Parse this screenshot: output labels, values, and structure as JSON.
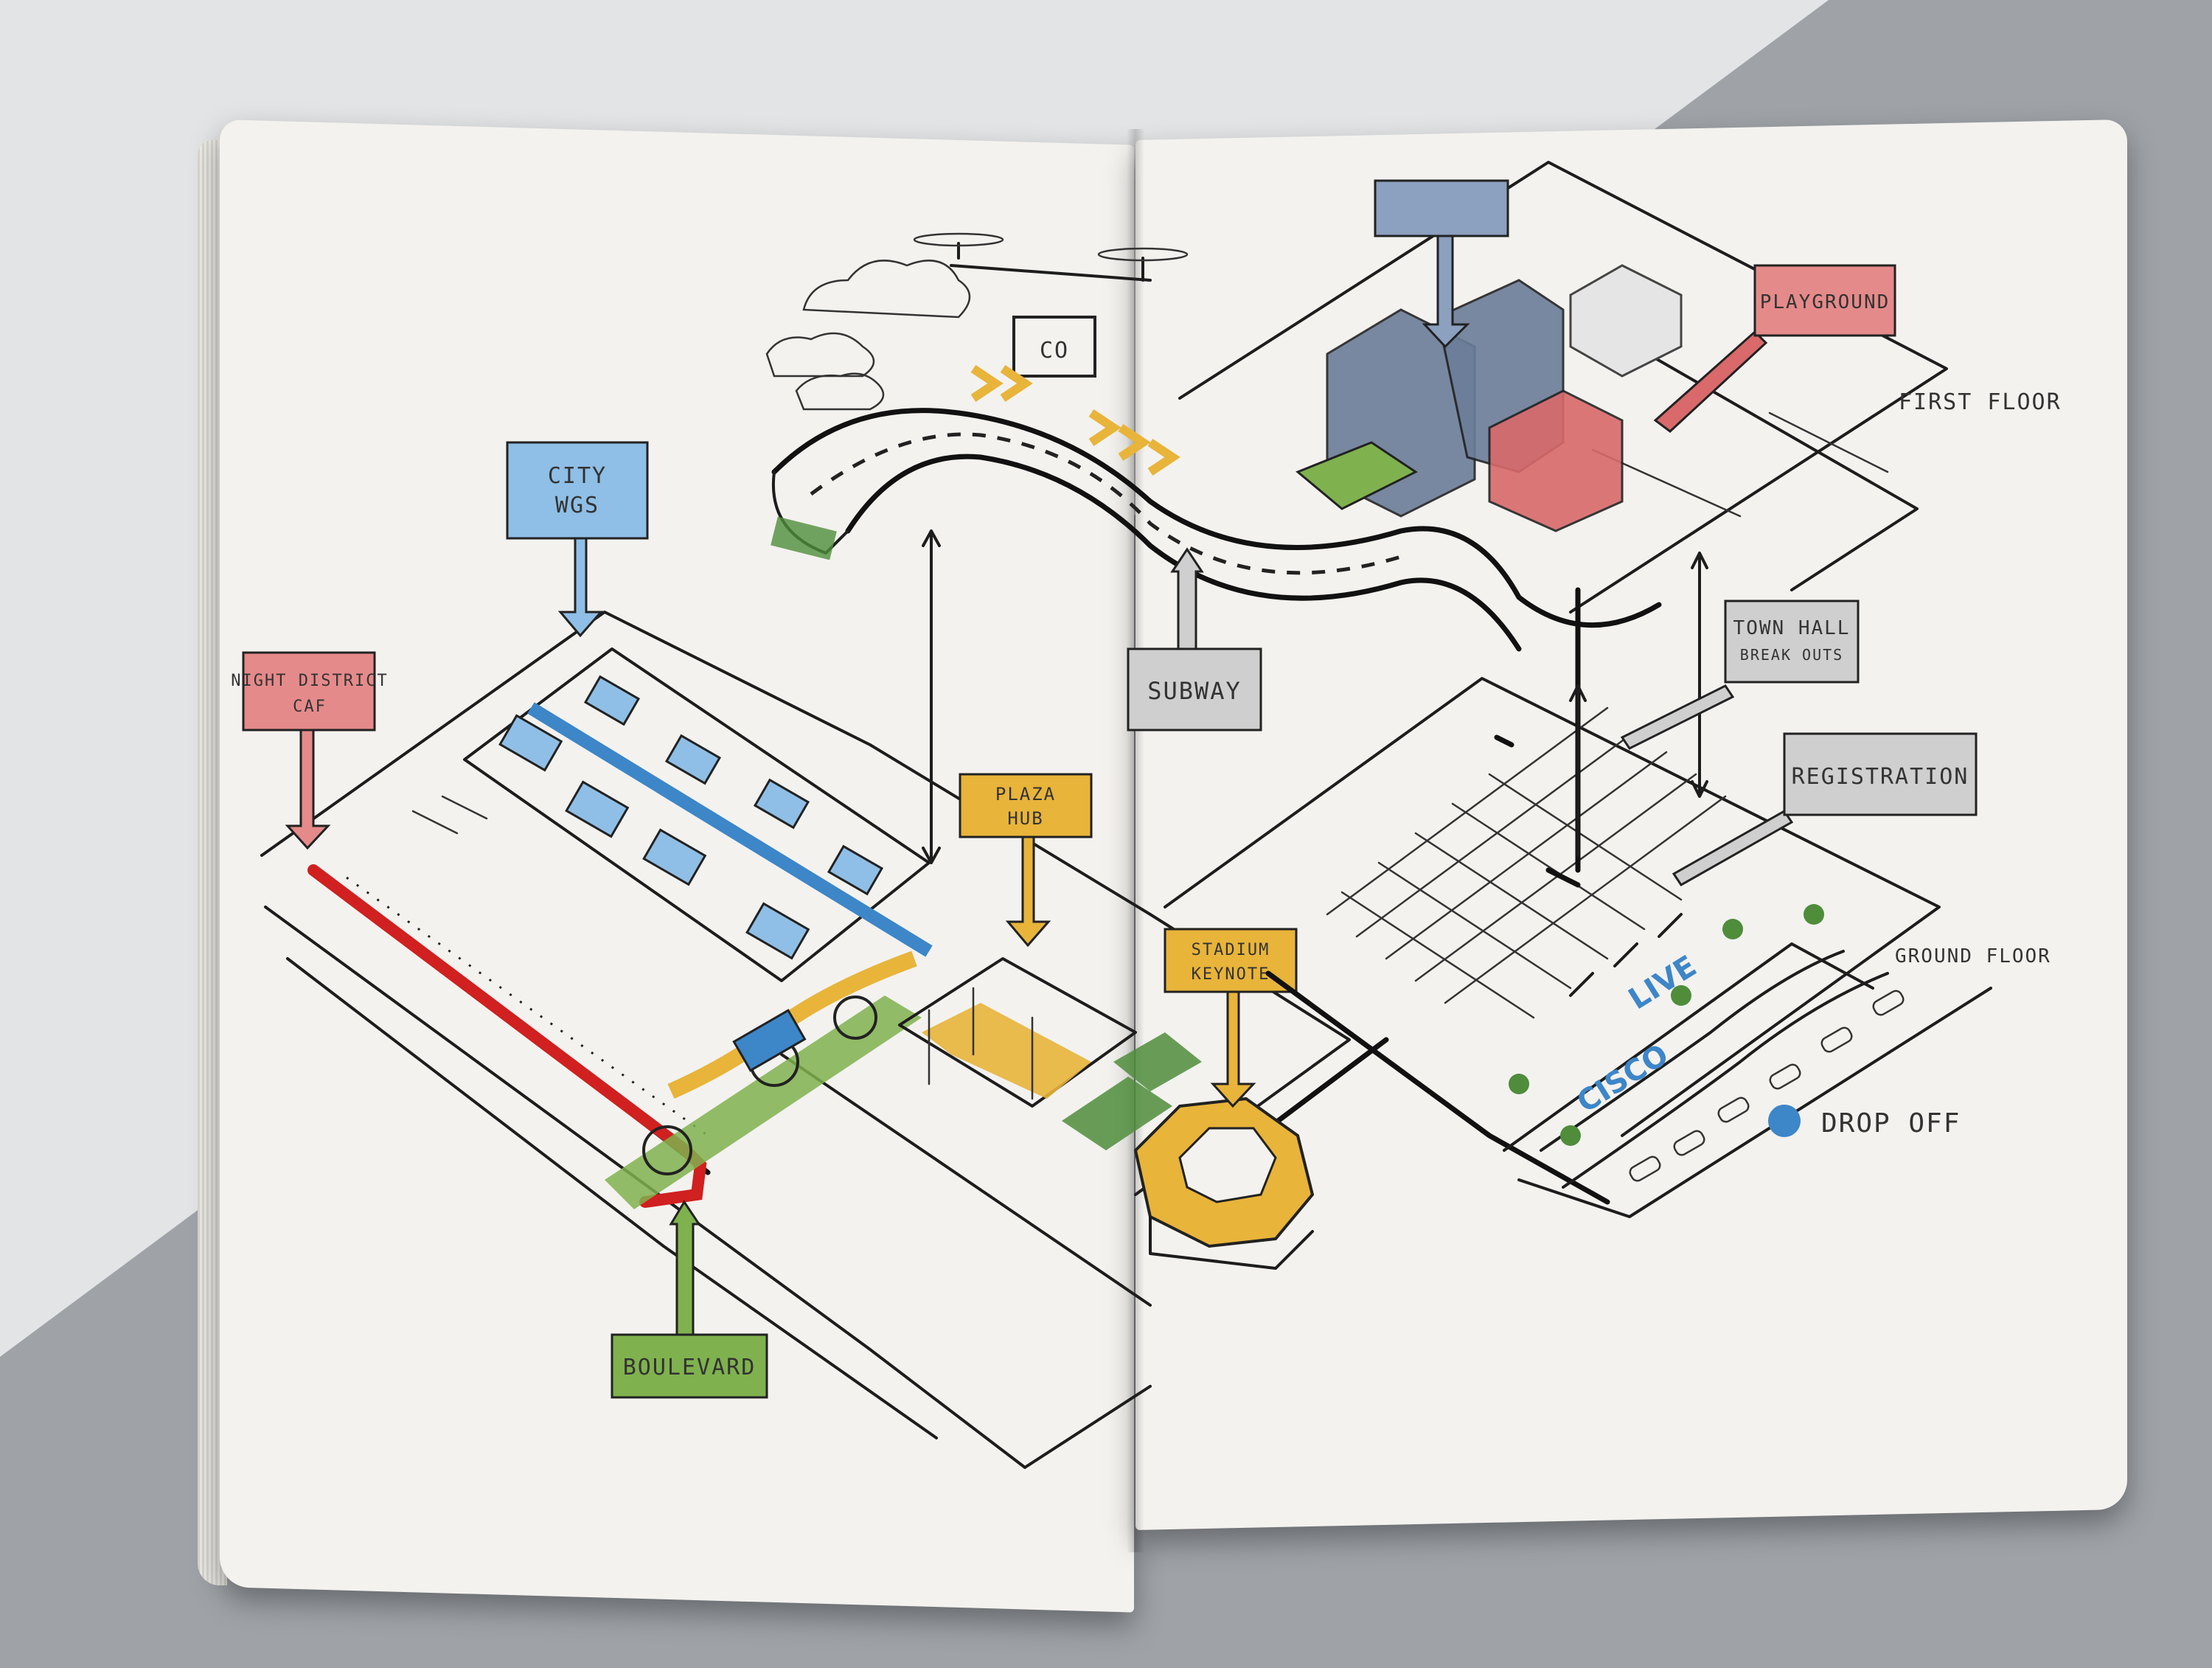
{
  "labels": {
    "city_wgs_line1": "CITY",
    "city_wgs_line2": "WGS",
    "night_district_line1": "NIGHT DISTRICT",
    "night_district_line2": "CAF",
    "plaza_hub_line1": "PLAZA",
    "plaza_hub_line2": "HUB",
    "stadium_line1": "STADIUM",
    "stadium_line2": "KEYNOTE",
    "subway": "SUBWAY",
    "boulevard": "BOULEVARD",
    "playground": "PLAYGROUND",
    "first_floor": "FIRST FLOOR",
    "ground_floor": "GROUND FLOOR",
    "town_hall_line1": "TOWN HALL",
    "town_hall_line2": "BREAK OUTS",
    "registration": "REGISTRATION",
    "drop_off": "DROP OFF",
    "live": "LIVE",
    "cisco": "CISCO",
    "drone_sign": "CO"
  },
  "colors": {
    "background_dark": "#9fa3a8",
    "background_light": "#e3e4e5",
    "paper": "#f3f2ef",
    "ink": "#1d1d1d",
    "blue": "#8fbfe6",
    "blue_path": "#3d86c8",
    "red": "#e58a8a",
    "red_path": "#d0201f",
    "yellow": "#e8b43a",
    "green": "#7fb24e",
    "slate": "#6b7d99",
    "brick": "#d9696b",
    "grey_box": "#cfcfcf"
  }
}
